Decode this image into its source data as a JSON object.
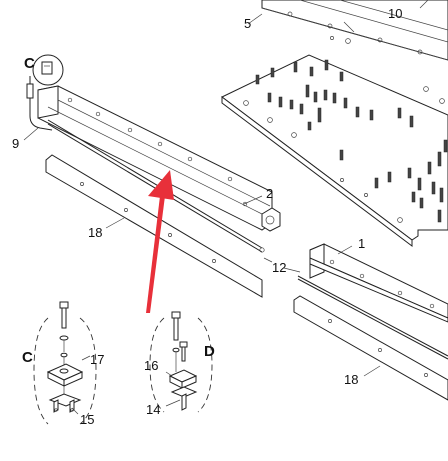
{
  "labels": {
    "p1": "1",
    "p2": "2",
    "p5": "5",
    "p9": "9",
    "p10": "10",
    "p12": "12",
    "p14": "14",
    "p15": "15",
    "p16": "16",
    "p17": "17",
    "p18a": "18",
    "p18b": "18",
    "detail_c_top": "C",
    "detail_c": "C",
    "detail_d": "D"
  },
  "colors": {
    "arrow": "#e8303a",
    "line": "#222222"
  }
}
